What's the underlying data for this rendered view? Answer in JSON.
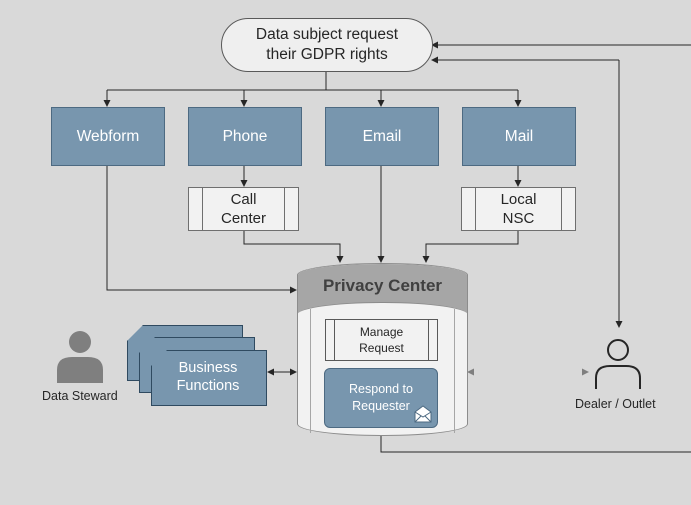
{
  "start_node": {
    "line1": "Data subject request",
    "line2": "their GDPR rights"
  },
  "channels": [
    {
      "label": "Webform"
    },
    {
      "label": "Phone"
    },
    {
      "label": "Email"
    },
    {
      "label": "Mail"
    }
  ],
  "call_center": {
    "line1": "Call",
    "line2": "Center"
  },
  "local_nsc": {
    "line1": "Local",
    "line2": "NSC"
  },
  "privacy_center": {
    "title": "Privacy Center",
    "manage": {
      "line1": "Manage",
      "line2": "Request"
    },
    "respond": {
      "line1": "Respond to",
      "line2": "Requester"
    }
  },
  "business_functions": {
    "line1": "Business",
    "line2": "Functions"
  },
  "data_steward": {
    "label": "Data Steward"
  },
  "dealer": {
    "label": "Dealer / Outlet"
  },
  "icons": [
    "person-icon",
    "person-outline-icon",
    "envelope-icon"
  ],
  "colors": {
    "box_fill": "#7896ae",
    "background": "#d9d9d9",
    "header": "#a6a6a6"
  }
}
